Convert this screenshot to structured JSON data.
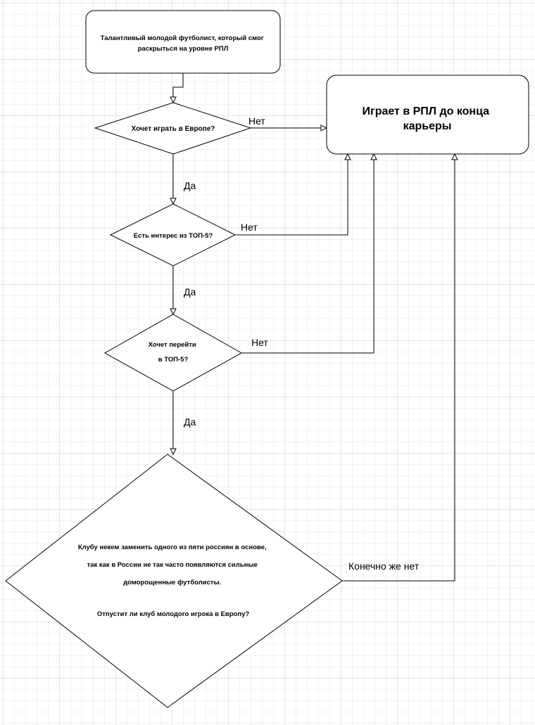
{
  "nodes": {
    "start": {
      "lines": [
        "Талантливый молодой футболист, который смог",
        "раскрыться на уровне РПЛ"
      ]
    },
    "end": {
      "lines": [
        "Играет в РПЛ до конца",
        "карьеры"
      ]
    },
    "q1": {
      "lines": [
        "Хочет играть в Европе?"
      ]
    },
    "q2": {
      "lines": [
        "Есть интерес из ТОП-5?"
      ]
    },
    "q3": {
      "lines": [
        "Хочет перейти",
        "в ТОП-5?"
      ]
    },
    "q4": {
      "lines": [
        "Клубу некем заменить одного из пяти россиян в основе,",
        "так как в России не так часто появляются сильные",
        "доморощенные футболисты.",
        "Отпустит ли клуб молодого игрока в Европу?"
      ]
    }
  },
  "edges": {
    "q1_no": "Нет",
    "q1_yes": "Да",
    "q2_no": "Нет",
    "q2_yes": "Да",
    "q3_no": "Нет",
    "q3_yes": "Да",
    "q4_no": "Конечно же нет"
  }
}
